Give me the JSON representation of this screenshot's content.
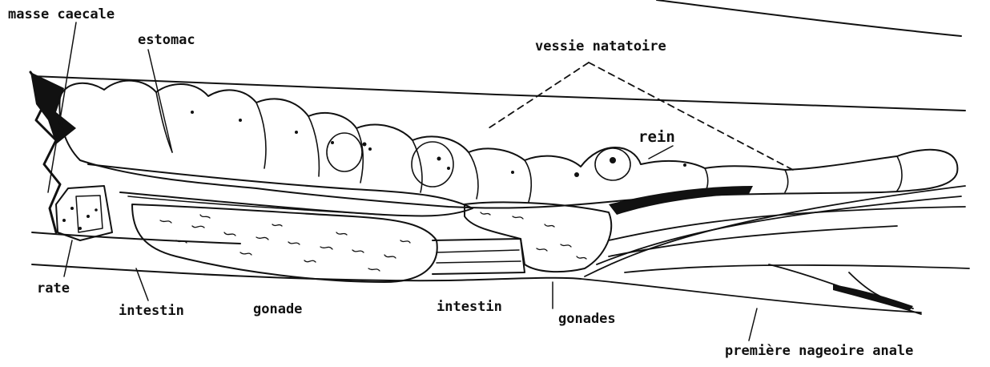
{
  "labels": {
    "masse_caecale": "masse caecale",
    "estomac": "estomac",
    "vessie_natatoire": "vessie natatoire",
    "rein": "rein",
    "rate": "rate",
    "intestin_left": "intestin",
    "gonade": "gonade",
    "intestin_right": "intestin",
    "gonades": "gonades",
    "premiere_nageoire_anale": "première nageoire anale"
  },
  "colors": {
    "ink": "#111111",
    "paper": "#ffffff"
  }
}
